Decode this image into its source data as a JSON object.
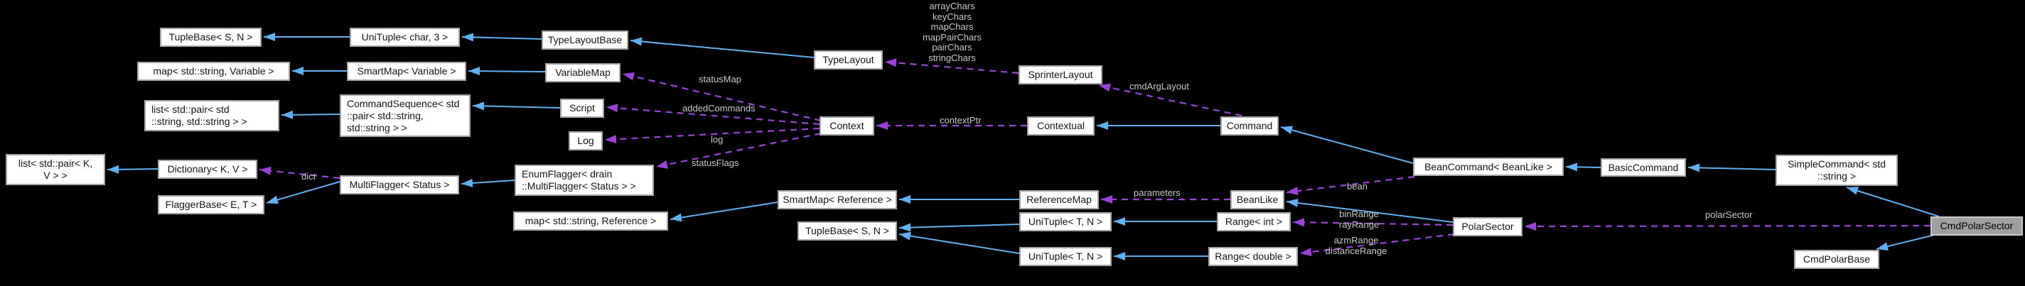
{
  "diagram": {
    "type": "doxygen-collaboration-graph",
    "focus_class": "CmdPolarSector",
    "colors": {
      "background": "#000000",
      "node_fill": "#ffffff",
      "node_border": "#a5a5a5",
      "node_text": "#141414",
      "highlight_node_fill": "#9fa0a1",
      "inheritance_edge": "#5fb0f0",
      "usage_edge": "#9b42d8",
      "edge_label_text": "#c9c9c9"
    }
  },
  "nodes": {
    "tuplebase_top": "TupleBase< S, N >",
    "unituple_char": "UniTuple< char, 3 >",
    "typelayoutbase": "TypeLayoutBase",
    "typelayout": "TypeLayout",
    "sprinterlayout": "SprinterLayout",
    "map_variable": "map< std::string, Variable >",
    "smartmap_variable": "SmartMap< Variable >",
    "variablemap": "VariableMap",
    "list_pair_string": "list< std::pair< std\n::string, std::string > >",
    "commandsequence": "CommandSequence< std\n::pair< std::string,\nstd::string > >",
    "script": "Script",
    "log": "Log",
    "context": "Context",
    "contextual": "Contextual",
    "command": "Command",
    "list_pair_kv": "list< std::pair< K,\nV > >",
    "dictionary": "Dictionary< K, V >",
    "multiflagger": "MultiFlagger< Status >",
    "flaggerbase": "FlaggerBase< E, T >",
    "enumflagger": "EnumFlagger< drain\n::MultiFlagger< Status > >",
    "map_reference": "map< std::string, Reference >",
    "smartmap_reference": "SmartMap< Reference >",
    "referencemap": "ReferenceMap",
    "beanlike": "BeanLike",
    "tuplebase_bottom": "TupleBase< S, N >",
    "unituple_upper": "UniTuple< T, N >",
    "unituple_lower": "UniTuple< T, N >",
    "range_int": "Range< int >",
    "range_double": "Range< double >",
    "polarsector": "PolarSector",
    "beancommand": "BeanCommand< BeanLike >",
    "basiccommand": "BasicCommand",
    "simplecommand": "SimpleCommand< std\n::string >",
    "cmdpolarsector": "CmdPolarSector",
    "cmdpolarbase": "CmdPolarBase"
  },
  "edge_labels": {
    "chars_stack": "arrayChars\nkeyChars\nmapChars\nmapPairChars\npairChars\nstringChars",
    "status_map": "statusMap",
    "added_commands": "addedCommands",
    "log": "log",
    "status_flags": "statusFlags",
    "context_ptr": "contextPtr",
    "cmd_arg_layout": "cmdArgLayout",
    "dict": "dict",
    "bean": "bean",
    "parameters": "parameters",
    "bin_ray": "binRange\nrayRange",
    "azm_dist": "azmRange\ndistanceRange",
    "polar_sector": "polarSector"
  }
}
